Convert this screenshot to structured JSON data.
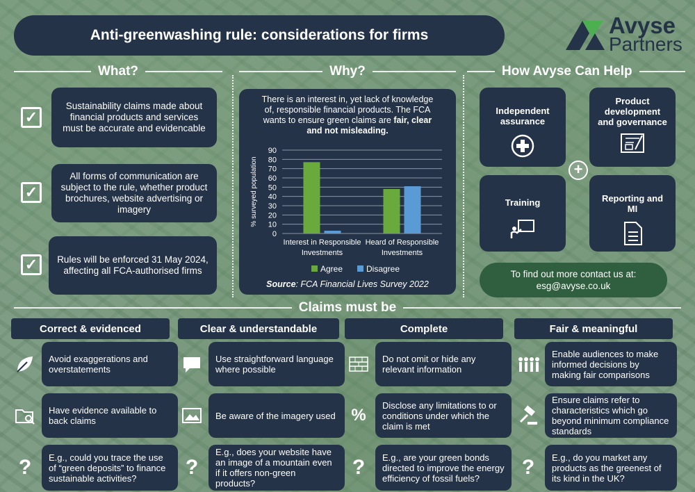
{
  "title": "Anti-greenwashing rule: considerations for firms",
  "logo": {
    "line1": "Avyse",
    "line2": "Partners"
  },
  "what": {
    "heading": "What?",
    "items": [
      "Sustainability claims made about financial products and services must be accurate and evidencable",
      "All forms of communication are subject to the rule, whether product brochures, website advertising or  imagery",
      "Rules will be enforced 31 May 2024, affecting all FCA-authorised firms"
    ]
  },
  "why": {
    "heading": "Why?",
    "intro": "There is an interest in, yet lack of knowledge of, responsible financial products. The FCA wants to ensure green claims are ",
    "intro_bold": "fair, clear and not misleading.",
    "source_label": "Source",
    "source_text": ": FCA Financial Lives Survey 2022"
  },
  "chart_data": {
    "type": "bar",
    "categories": [
      "Interest in Responsible Investments",
      "Heard of Responsible Investments"
    ],
    "category_lines": [
      [
        "Interest in Responsible",
        "Investments"
      ],
      [
        "Heard of Responsible",
        "Investments"
      ]
    ],
    "series": [
      {
        "name": "Agree",
        "values": [
          77,
          48
        ],
        "color": "#6aaa3c"
      },
      {
        "name": "Disagree",
        "values": [
          3,
          51
        ],
        "color": "#5b9bd5"
      }
    ],
    "ylabel": "% surveyed population",
    "ylim": [
      0,
      90
    ],
    "yticks": [
      "0",
      "10",
      "20",
      "30",
      "40",
      "50",
      "60",
      "70",
      "80",
      "90"
    ],
    "grid": true,
    "legend": "bottom"
  },
  "help": {
    "heading": "How Avyse Can Help",
    "items": [
      {
        "label": "Independent assurance",
        "icon": "plus-circle-icon"
      },
      {
        "label": "Product development and governance",
        "icon": "blueprint-icon"
      },
      {
        "label": "Training",
        "icon": "presentation-icon"
      },
      {
        "label": "Reporting and MI",
        "icon": "document-icon"
      }
    ],
    "contact_line1": "To find out more contact us at:",
    "contact_line2": "esg@avyse.co.uk"
  },
  "claims": {
    "heading": "Claims must be",
    "columns": [
      {
        "title": "Correct & evidenced",
        "items": [
          {
            "icon": "leaf-icon",
            "text": "Avoid exaggerations and overstatements"
          },
          {
            "icon": "folder-search-icon",
            "text": "Have evidence available to back claims"
          },
          {
            "icon": "question-icon",
            "text": "E.g., could you trace the use of “green deposits” to finance sustainable activities?"
          }
        ]
      },
      {
        "title": "Clear & understandable",
        "items": [
          {
            "icon": "speech-bubble-icon",
            "text": "Use straightforward language where possible"
          },
          {
            "icon": "image-icon",
            "text": "Be aware of the imagery used"
          },
          {
            "icon": "question-icon",
            "text": "E.g., does your website have an image of a mountain even if it offers non-green products?"
          }
        ]
      },
      {
        "title": "Complete",
        "items": [
          {
            "icon": "wall-icon",
            "text": "Do not omit or hide any relevant information"
          },
          {
            "icon": "percent-icon",
            "text": "Disclose any limitations to or conditions under which the claim is met"
          },
          {
            "icon": "question-icon",
            "text": "E.g., are your green bonds directed to improve the energy efficiency of fossil fuels?"
          }
        ]
      },
      {
        "title": "Fair & meaningful",
        "items": [
          {
            "icon": "people-icon",
            "text": "Enable audiences to make informed decisions by making fair comparisons"
          },
          {
            "icon": "gavel-icon",
            "text": "Ensure claims refer to characteristics which go beyond minimum compliance standards"
          },
          {
            "icon": "question-icon",
            "text": "E.g., do you market any products as the greenest of its kind in the UK?"
          }
        ]
      }
    ]
  },
  "symbols": {
    "check": "✓",
    "question": "?",
    "percent": "%",
    "plus": "+"
  }
}
